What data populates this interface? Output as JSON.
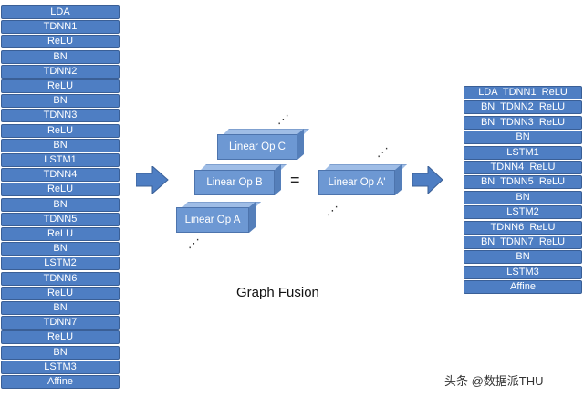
{
  "left_stack": [
    "LDA",
    "TDNN1",
    "ReLU",
    "BN",
    "TDNN2",
    "ReLU",
    "BN",
    "TDNN3",
    "ReLU",
    "BN",
    "LSTM1",
    "TDNN4",
    "ReLU",
    "BN",
    "TDNN5",
    "ReLU",
    "BN",
    "LSTM2",
    "TDNN6",
    "ReLU",
    "BN",
    "TDNN7",
    "ReLU",
    "BN",
    "LSTM3",
    "Affine"
  ],
  "right_stack": [
    "LDA  TDNN1  ReLU",
    "BN  TDNN2  ReLU",
    "BN  TDNN3  ReLU",
    "BN",
    "LSTM1",
    "TDNN4  ReLU",
    "BN  TDNN5  ReLU",
    "BN",
    "LSTM2",
    "TDNN6  ReLU",
    "BN  TDNN7  ReLU",
    "BN",
    "LSTM3",
    "Affine"
  ],
  "blocks": {
    "op_c": "Linear Op C",
    "op_b": "Linear Op B",
    "op_a": "Linear Op A",
    "op_a_prime": "Linear Op A'"
  },
  "equals": "=",
  "caption": "Graph Fusion",
  "watermark": "头条 @数据派THU",
  "colors": {
    "box": "#4e7ec3",
    "block": "#6d98d3",
    "arrow": "#4e7ec3"
  }
}
